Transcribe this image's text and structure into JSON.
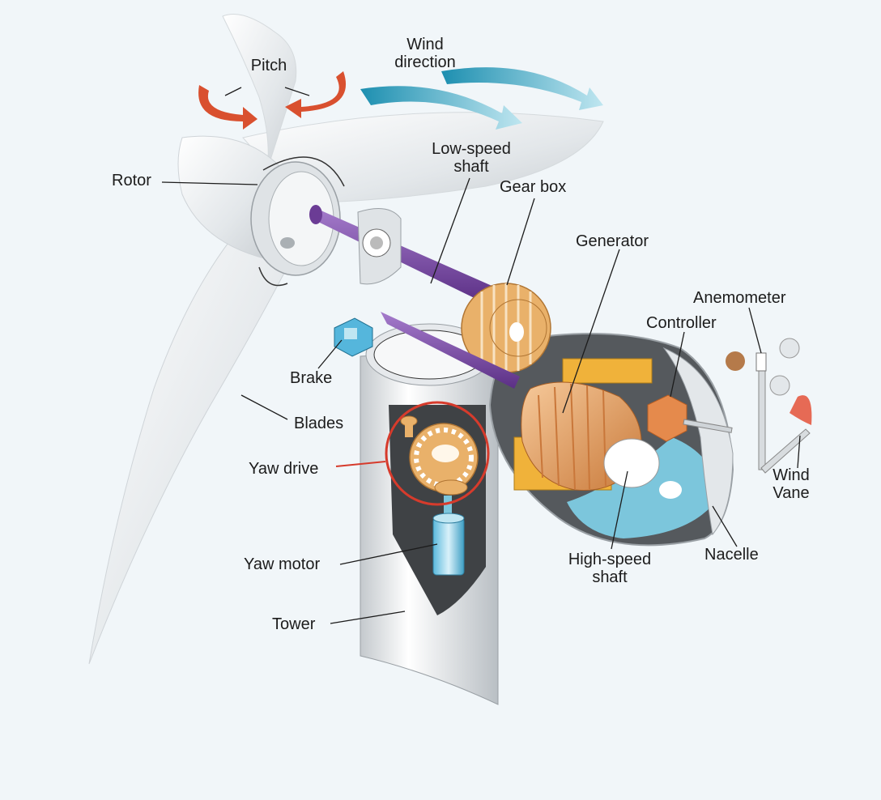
{
  "labels": {
    "pitch": "Pitch",
    "wind_direction_1": "Wind",
    "wind_direction_2": "direction",
    "rotor": "Rotor",
    "low_speed_shaft_1": "Low-speed",
    "low_speed_shaft_2": "shaft",
    "gear_box": "Gear box",
    "generator": "Generator",
    "anemometer": "Anemometer",
    "controller": "Controller",
    "brake": "Brake",
    "blades": "Blades",
    "yaw_drive": "Yaw drive",
    "wind_vane_1": "Wind",
    "wind_vane_2": "Vane",
    "yaw_motor": "Yaw motor",
    "high_speed_shaft_1": "High-speed",
    "high_speed_shaft_2": "shaft",
    "nacelle": "Nacelle",
    "tower": "Tower"
  },
  "colors": {
    "background": "#f1f6f9",
    "shaft": "#7e4aa4",
    "gear": "#e9b16a",
    "pitch_arrow": "#d9502f",
    "wind_arrow": "#3aa6c2",
    "yaw_drive_highlight": "#d63b2c",
    "nacelle_floor": "#7cc6dc",
    "brake": "#55b6dc",
    "controller": "#e58a4c"
  }
}
